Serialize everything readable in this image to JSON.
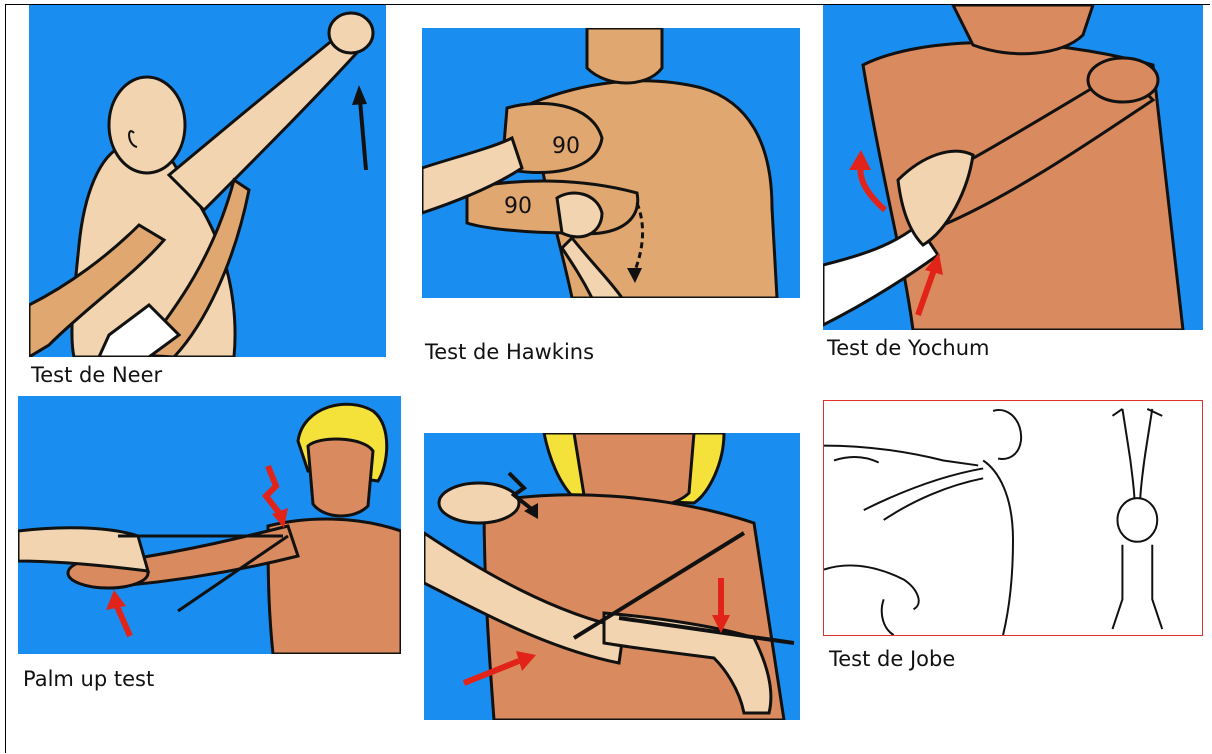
{
  "captions": {
    "neer": "Test de Neer",
    "hawkins": "Test de Hawkins",
    "yochum": "Test de Yochum",
    "palm_up": "Palm up test",
    "jobe": "Test de Jobe"
  },
  "angle_labels": {
    "hawkins_top": "90",
    "hawkins_bottom": "90"
  },
  "colors": {
    "panel_background": "#1a8ef0",
    "skin_light": "#f2d5b0",
    "skin_tan": "#e0a770",
    "skin_orange": "#d98a5e",
    "arrow_red": "#e2231a",
    "jobe_border": "#e0302a"
  }
}
